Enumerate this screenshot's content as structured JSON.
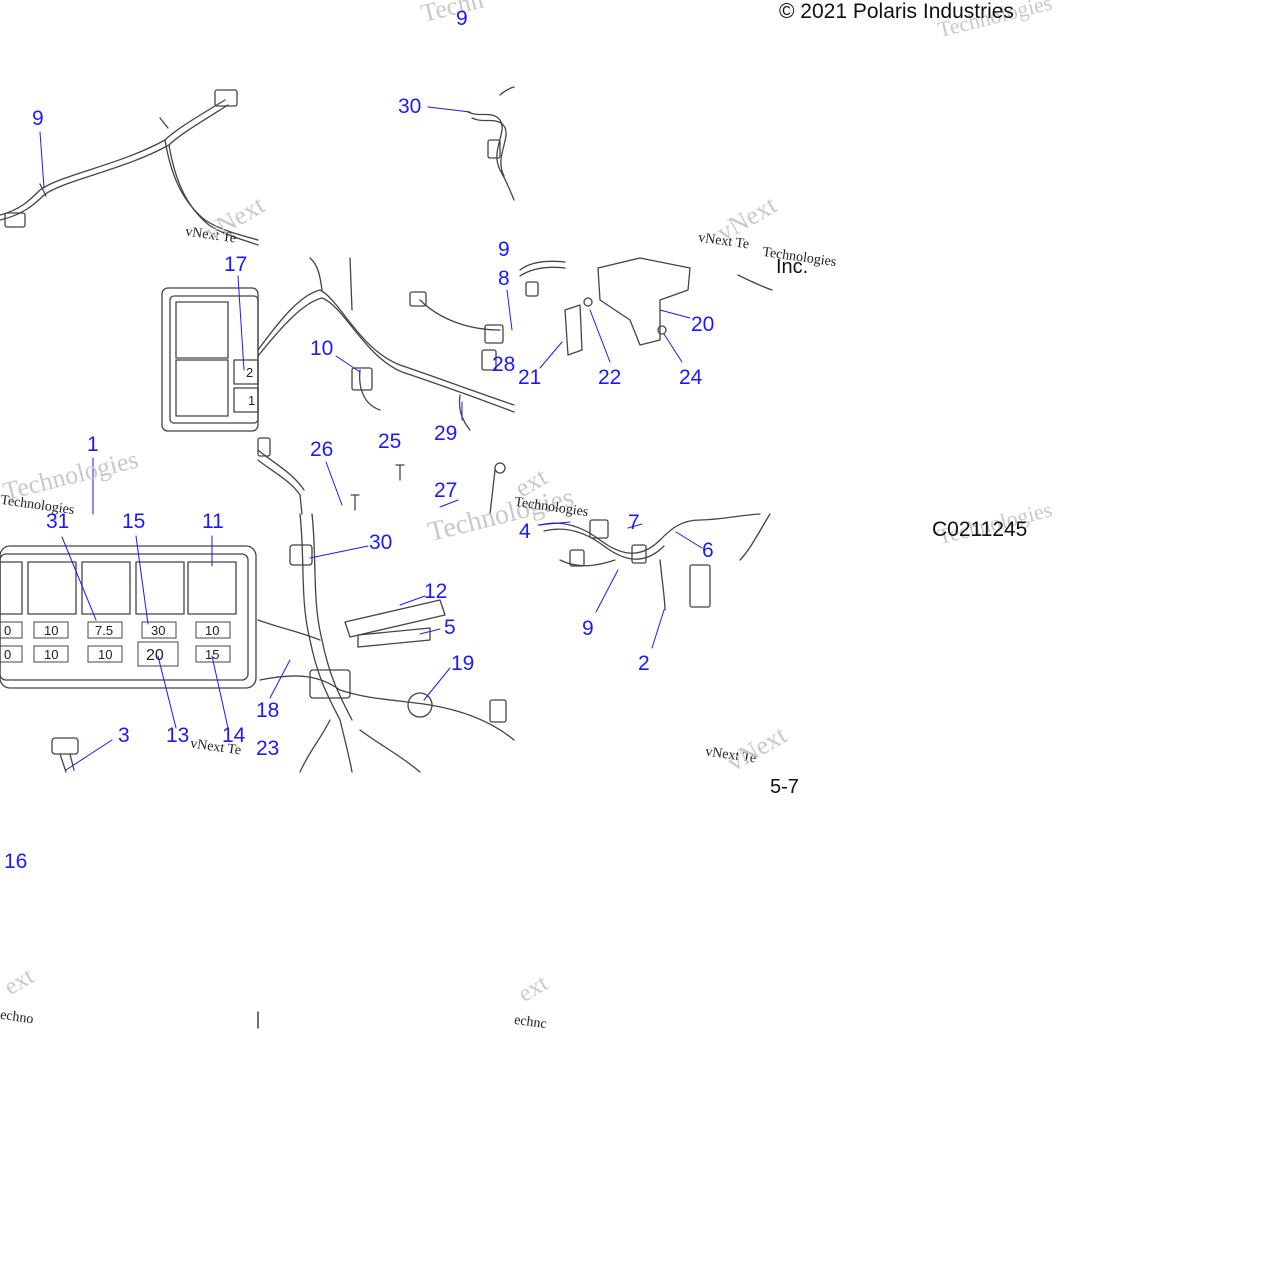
{
  "copyright": "© 2021 Polaris Industries",
  "inc_fragment": "Inc.",
  "drawing_code": "C0211245",
  "page_fragment": "5-7",
  "watermark": {
    "brand": "vNext",
    "line1": "vNext Te",
    "line2": "Technologies",
    "frag_tech": "Techn",
    "frag_ext": "ext",
    "frag_echno": "echno",
    "frag_ext2": "ext",
    "frag_echnc": "echnc"
  },
  "fuse_box_large": {
    "row1": [
      "0",
      "10",
      "7.5",
      "30",
      "10"
    ],
    "row2": [
      "0",
      "10",
      "10",
      "20",
      "15"
    ]
  },
  "fuse_box_small": {
    "row1": [
      "2"
    ],
    "row2": [
      "1"
    ]
  },
  "callouts": [
    {
      "id": "c9a",
      "text": "9"
    },
    {
      "id": "c9b",
      "text": "9"
    },
    {
      "id": "c30a",
      "text": "30"
    },
    {
      "id": "c17",
      "text": "17"
    },
    {
      "id": "c9c",
      "text": "9"
    },
    {
      "id": "c8",
      "text": "8"
    },
    {
      "id": "c10",
      "text": "10"
    },
    {
      "id": "c28",
      "text": "28"
    },
    {
      "id": "c29",
      "text": "29"
    },
    {
      "id": "c20",
      "text": "20"
    },
    {
      "id": "c21",
      "text": "21"
    },
    {
      "id": "c22",
      "text": "22"
    },
    {
      "id": "c24",
      "text": "24"
    },
    {
      "id": "c1",
      "text": "1"
    },
    {
      "id": "c26",
      "text": "26"
    },
    {
      "id": "c25",
      "text": "25"
    },
    {
      "id": "c27",
      "text": "27"
    },
    {
      "id": "c31",
      "text": "31"
    },
    {
      "id": "c15",
      "text": "15"
    },
    {
      "id": "c11",
      "text": "11"
    },
    {
      "id": "c30b",
      "text": "30"
    },
    {
      "id": "c4",
      "text": "4"
    },
    {
      "id": "c7",
      "text": "7"
    },
    {
      "id": "c6",
      "text": "6"
    },
    {
      "id": "c12",
      "text": "12"
    },
    {
      "id": "c5",
      "text": "5"
    },
    {
      "id": "c9d",
      "text": "9"
    },
    {
      "id": "c2",
      "text": "2"
    },
    {
      "id": "c19",
      "text": "19"
    },
    {
      "id": "c18",
      "text": "18"
    },
    {
      "id": "c3",
      "text": "3"
    },
    {
      "id": "c13",
      "text": "13"
    },
    {
      "id": "c14",
      "text": "14"
    },
    {
      "id": "c23",
      "text": "23"
    },
    {
      "id": "c16",
      "text": "16"
    }
  ]
}
